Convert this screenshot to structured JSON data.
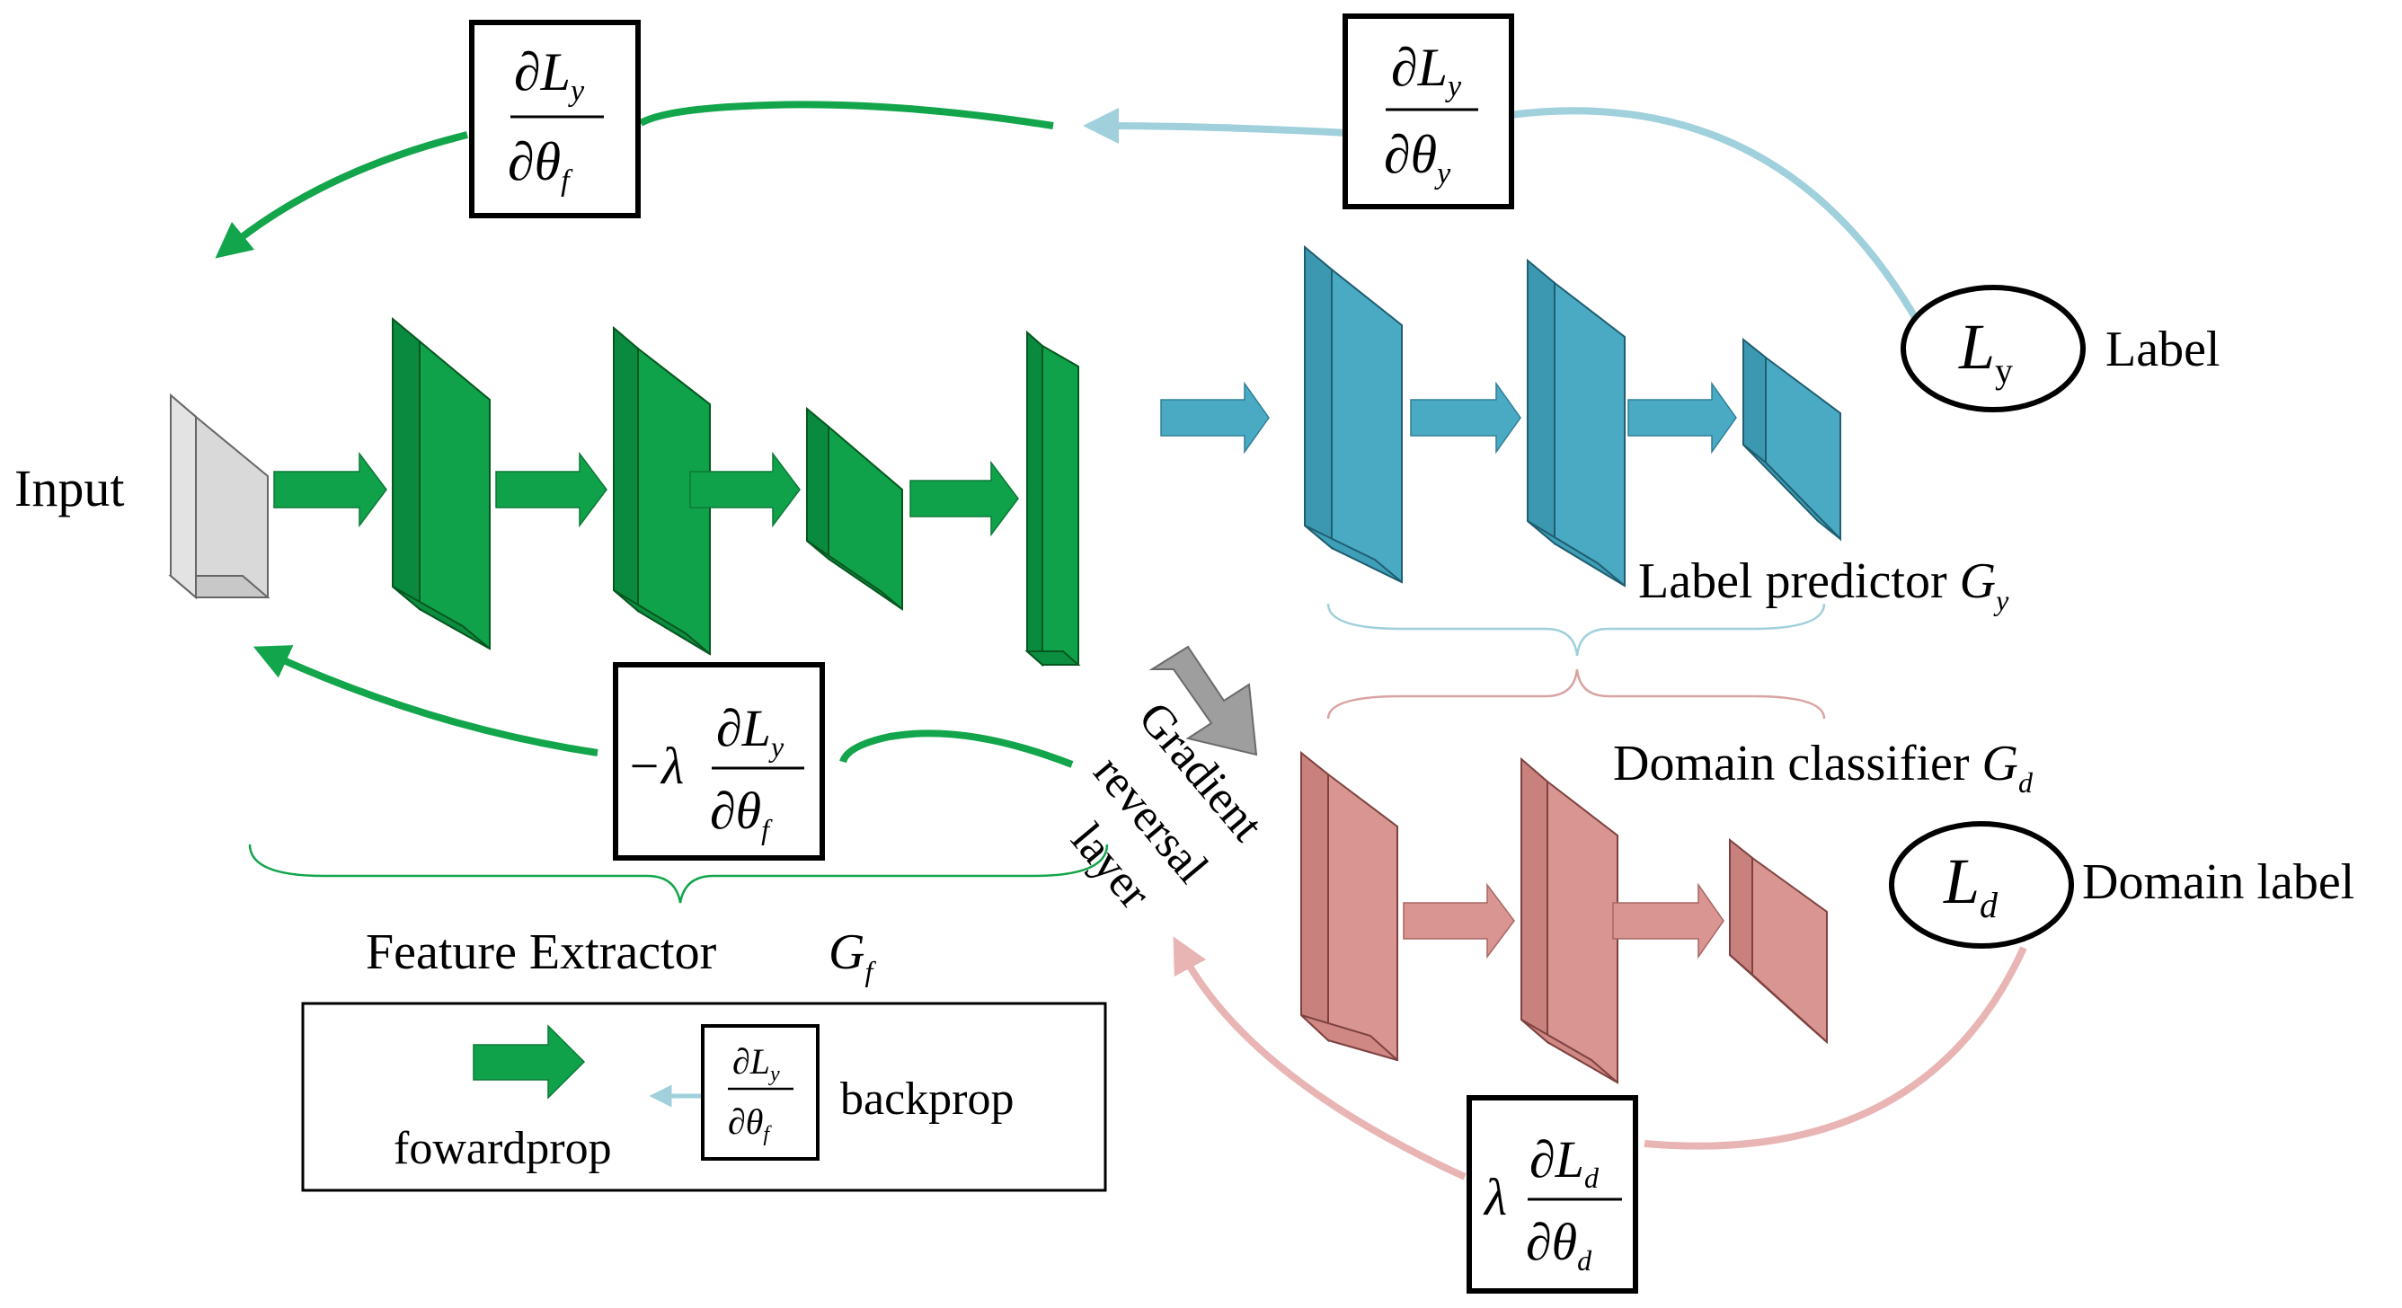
{
  "labels": {
    "input": "Input",
    "label": "Label",
    "label_predictor": "Label predictor",
    "domain_classifier": "Domain classifier",
    "domain_label": "Domain label",
    "feature_extractor": "Feature Extractor",
    "grl_line1": "Gradient",
    "grl_line2": "reversal",
    "grl_line3": "layer",
    "fowardprop": "fowardprop",
    "backprop": "backprop"
  },
  "symbols": {
    "G": "G",
    "y_sub": "y",
    "d_sub": "d",
    "f_sub": "f",
    "L": "L",
    "partial": "∂",
    "theta": "θ",
    "lambda": "λ",
    "neg_lambda": "−λ"
  },
  "colors": {
    "feature": "#0fa14a",
    "feature_dark": "#0a7a36",
    "label_pred": "#4aaac4",
    "label_pred_dark": "#2e7f96",
    "domain": "#d99591",
    "domain_dark": "#a86662",
    "input_block": "#d9d9d9",
    "arrow_blue": "#9fd0dc",
    "arrow_pink": "#e8b5b4",
    "arrow_green": "#12a54b",
    "grl_arrow": "#9e9e9e"
  }
}
